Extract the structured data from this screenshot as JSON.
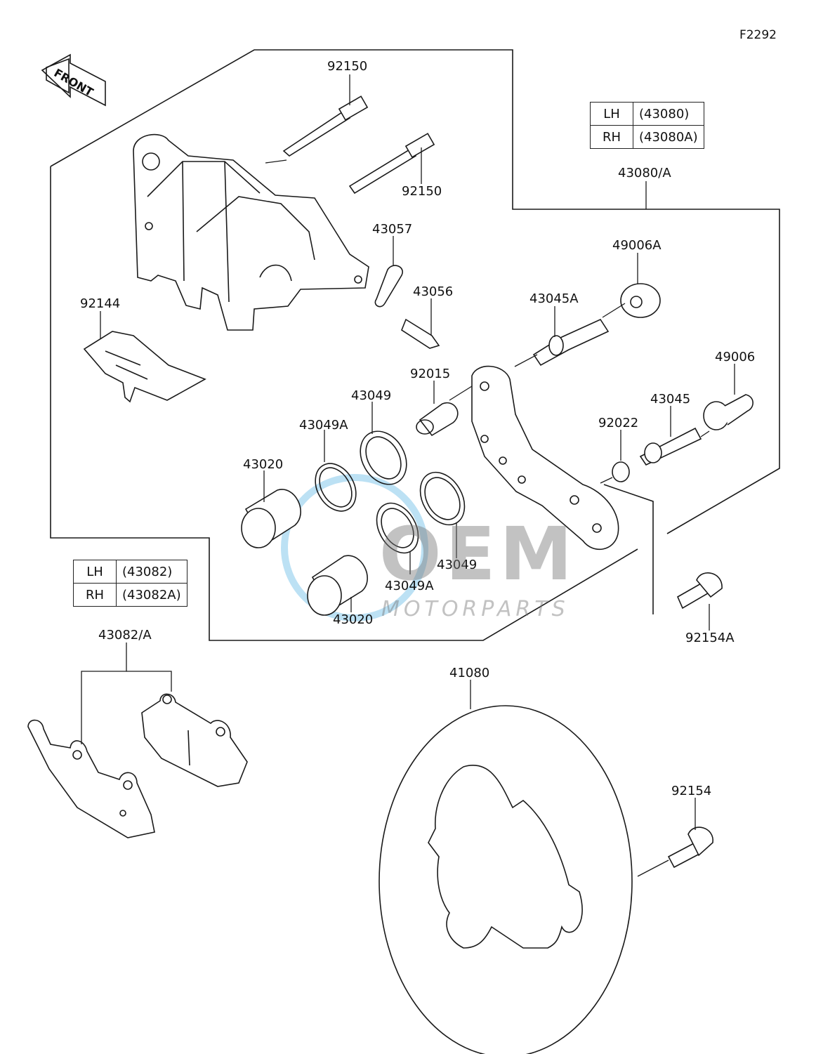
{
  "diagram_code": "F2292",
  "front_indicator": "FRONT",
  "caliper_table": {
    "rows": [
      {
        "side": "LH",
        "part": "(43080)"
      },
      {
        "side": "RH",
        "part": "(43080A)"
      }
    ]
  },
  "pad_table": {
    "rows": [
      {
        "side": "LH",
        "part": "(43082)"
      },
      {
        "side": "RH",
        "part": "(43082A)"
      }
    ]
  },
  "part_labels": {
    "bolt_upper": "92150",
    "bolt_lower": "92150",
    "assembly_caliper": "43080/A",
    "cap_bleeder": "43057",
    "bleeder_valve": "43056",
    "spring_pad": "92144",
    "boot_49006A": "49006A",
    "pin_43045A": "43045A",
    "boot_49006": "49006",
    "collar_92015": "92015",
    "seal_43049_top": "43049",
    "seal_43049A_top": "43049A",
    "piston_top": "43020",
    "pin_43045": "43045",
    "washer_92022": "92022",
    "seal_43049A_bottom": "43049A",
    "seal_43049_bottom": "43049",
    "piston_bottom": "43020",
    "bolt_92154A": "92154A",
    "assembly_pads": "43082/A",
    "disc": "41080",
    "bolt_92154": "92154"
  },
  "watermark": {
    "brand": "OEM",
    "sub": "MOTORPARTS"
  },
  "colors": {
    "line": "#1a1a1a",
    "watermark_blue": "#3fa9e0",
    "watermark_gray": "#8a8a8a"
  }
}
